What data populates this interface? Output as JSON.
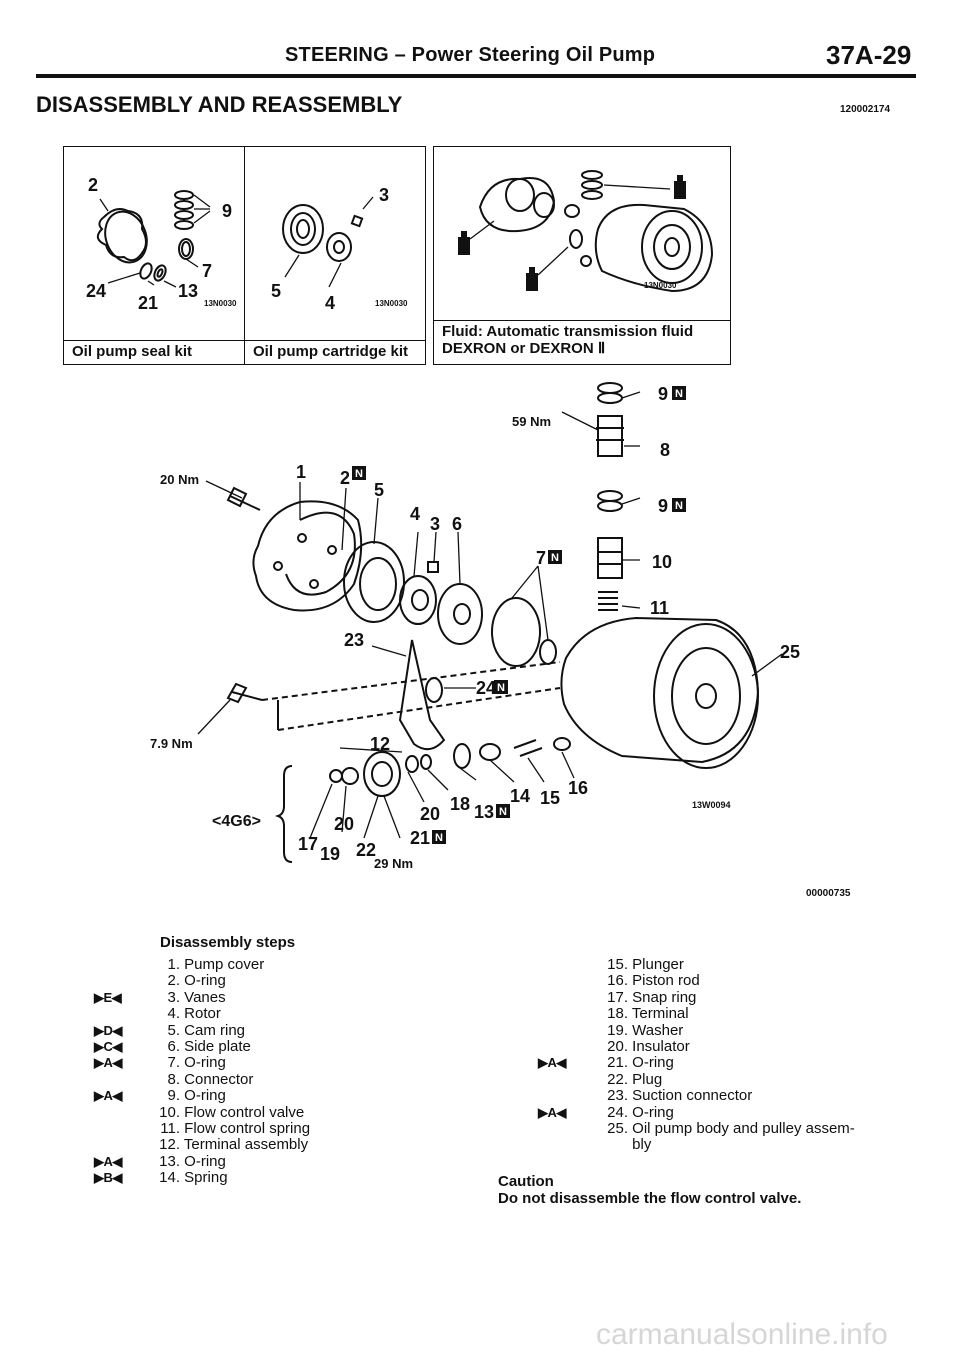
{
  "header": {
    "title": "STEERING – Power Steering Oil Pump",
    "page": "37A-29"
  },
  "section": {
    "title": "DISASSEMBLY AND REASSEMBLY",
    "code": "120002174"
  },
  "kits": {
    "seal": {
      "caption": "Oil pump seal kit",
      "labels": [
        "2",
        "9",
        "7",
        "24",
        "21",
        "13"
      ],
      "code": "13N0030"
    },
    "cartridge": {
      "caption": "Oil pump cartridge kit",
      "labels": [
        "3",
        "5",
        "4"
      ],
      "code": "13N0030"
    },
    "fluid": {
      "caption_line1": "Fluid: Automatic transmission fluid",
      "caption_line2": "DEXRON or DEXRON Ⅱ",
      "code": "13N0030"
    }
  },
  "diagram": {
    "code": "13W0094",
    "figure_code": "00000735",
    "engine_label": "<4G6>",
    "torques": {
      "t20": "20 Nm",
      "t59": "59 Nm",
      "t79": "7.9 Nm",
      "t29": "29 Nm"
    },
    "new_mark": "N"
  },
  "disassembly": {
    "title": "Disassembly steps",
    "steps_left": [
      {
        "mark": "",
        "no": "1.",
        "text": "Pump cover"
      },
      {
        "mark": "",
        "no": "2.",
        "text": "O-ring"
      },
      {
        "mark": "▶E◀",
        "no": "3.",
        "text": "Vanes"
      },
      {
        "mark": "",
        "no": "4.",
        "text": "Rotor"
      },
      {
        "mark": "▶D◀",
        "no": "5.",
        "text": "Cam ring"
      },
      {
        "mark": "▶C◀",
        "no": "6.",
        "text": "Side plate"
      },
      {
        "mark": "▶A◀",
        "no": "7.",
        "text": "O-ring"
      },
      {
        "mark": "",
        "no": "8.",
        "text": "Connector"
      },
      {
        "mark": "▶A◀",
        "no": "9.",
        "text": "O-ring"
      },
      {
        "mark": "",
        "no": "10.",
        "text": "Flow control valve"
      },
      {
        "mark": "",
        "no": "11.",
        "text": "Flow control spring"
      },
      {
        "mark": "",
        "no": "12.",
        "text": "Terminal assembly"
      },
      {
        "mark": "▶A◀",
        "no": "13.",
        "text": "O-ring"
      },
      {
        "mark": "▶B◀",
        "no": "14.",
        "text": "Spring"
      }
    ],
    "steps_right": [
      {
        "mark": "",
        "no": "15.",
        "text": "Plunger"
      },
      {
        "mark": "",
        "no": "16.",
        "text": "Piston rod"
      },
      {
        "mark": "",
        "no": "17.",
        "text": "Snap ring"
      },
      {
        "mark": "",
        "no": "18.",
        "text": "Terminal"
      },
      {
        "mark": "",
        "no": "19.",
        "text": "Washer"
      },
      {
        "mark": "",
        "no": "20.",
        "text": "Insulator"
      },
      {
        "mark": "▶A◀",
        "no": "21.",
        "text": "O-ring"
      },
      {
        "mark": "",
        "no": "22.",
        "text": "Plug"
      },
      {
        "mark": "",
        "no": "23.",
        "text": "Suction connector"
      },
      {
        "mark": "▶A◀",
        "no": "24.",
        "text": "O-ring"
      },
      {
        "mark": "",
        "no": "25.",
        "text": "Oil pump body and pulley assem-"
      },
      {
        "mark": "",
        "no": "",
        "text": "bly"
      }
    ]
  },
  "caution": {
    "heading": "Caution",
    "text": "Do not disassemble the flow control valve."
  },
  "watermark": "carmanualsonline.info"
}
